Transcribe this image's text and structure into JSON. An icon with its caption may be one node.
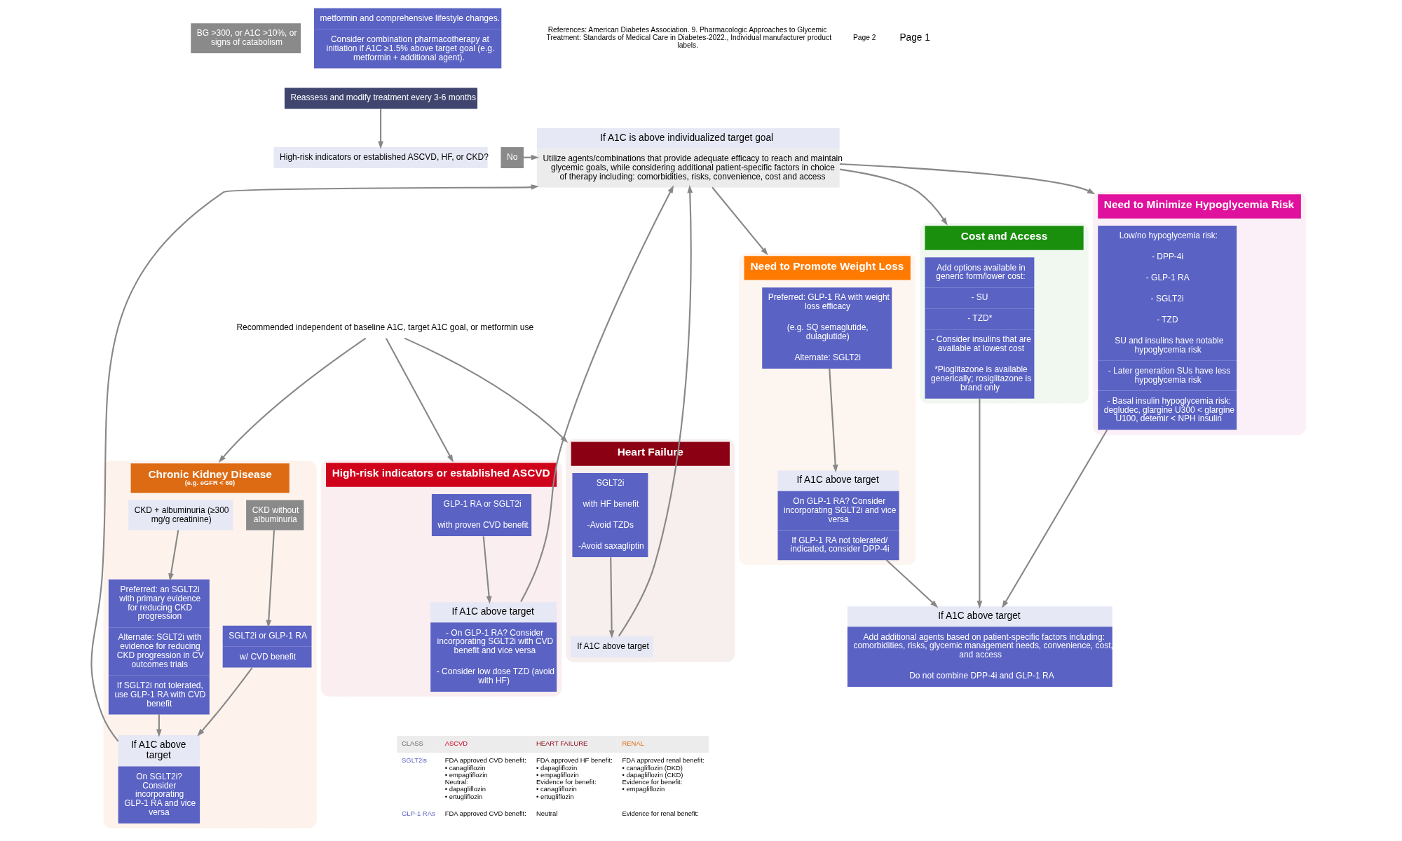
{
  "diagram": {
    "nodes": [
      {
        "text": [
          "metformin and comprehensive lifestyle changes.",
          "Consider combination pharmacotherapy at initiation if A1C ≥1.5% above target goal (e.g. metformin + additional agent)."
        ]
      },
      {
        "text": [
          "BG >300, or A1C >10%, or signs of catabolism"
        ]
      },
      {
        "text": [
          "Reassess and modify treatment every 3-6 months"
        ]
      },
      {
        "text": [
          "High-risk indicators or established ASCVD, HF, or CKD?"
        ]
      },
      {
        "text": [
          "No"
        ]
      },
      {
        "text": [
          "Recommended independent of baseline A1C, target A1C goal, or metformin use"
        ]
      },
      {
        "text": [
          "High-risk indicators or established ASCVD"
        ]
      },
      {
        "text": [
          "GLP-1 RA or SGLT2i",
          "with proven CVD benefit"
        ],
        "in": 6
      },
      {
        "text": [
          "If A1C above target",
          "- On GLP-1 RA? Consider incorporating SGLT2i with CVD benefit and vice versa",
          "- Consider low dose TZD (avoid with HF)"
        ],
        "in": 6
      },
      {
        "text": [
          "Heart Failure"
        ]
      },
      {
        "text": [
          "SGLT2i",
          "with HF benefit",
          "-Avoid TZDs",
          "-Avoid saxagliptin"
        ],
        "in": 9
      },
      {
        "text": [
          "If A1C above target"
        ],
        "in": 9
      },
      {
        "text": [
          "Chronic Kidney Disease",
          "(e.g. eGFR < 60)"
        ]
      },
      {
        "text": [
          "CKD + albuminuria (≥300 mg/g creatinine)"
        ],
        "in": 12
      },
      {
        "text": [
          "CKD without albuminuria"
        ],
        "in": 12
      },
      {
        "text": [
          "Preferred: an SGLT2i with primary evidence for reducing CKD progression",
          "Alternate: SGLT2i with evidence for reducing CKD progression in CV outcomes trials",
          "If SGLT2i not tolerated, use GLP-1 RA with CVD benefit"
        ],
        "in": 12
      },
      {
        "text": [
          "SGLT2i or GLP-1 RA",
          "w/ CVD benefit"
        ],
        "in": 12
      },
      {
        "text": [
          "If A1C above target",
          "On SGLT2i? Consider incorporating GLP-1 RA and vice versa"
        ],
        "in": 12
      },
      {
        "text": [
          "If A1C is above individualized target goal",
          "Utilize agents/combinations that provide adequate efficacy to reach and maintain glycemic goals, while considering additional patient-specific factors in choice of therapy including: comorbidities, risks, convenience, cost and access"
        ]
      },
      {
        "text": [
          "Need to Minimize Hypoglycemia Risk"
        ]
      },
      {
        "text": [
          "Low/no hypoglycemia risk:",
          "- DPP-4i",
          "- GLP-1 RA",
          "- SGLT2i",
          "- TZD",
          "SU and insulins have notable hypoglycemia risk",
          "- Later generation SUs have less hypoglycemia risk",
          "- Basal insulin hypoglycemia risk: degludec, glargine U300 < glargine U100, detemir < NPH insulin"
        ],
        "in": 19
      },
      {
        "text": [
          "Need to Promote Weight Loss"
        ]
      },
      {
        "text": [
          "Preferred: GLP-1 RA with weight loss efficacy",
          "(e.g. SQ semaglutide, dulaglutide)",
          "Alternate: SGLT2i"
        ],
        "in": 21
      },
      {
        "text": [
          "If A1C above target",
          "On GLP-1 RA? Consider incorporating SGLT2i and vice versa",
          "If GLP-1 RA not tolerated/ indicated, consider DPP-4i"
        ],
        "in": 21
      },
      {
        "text": [
          "Cost and Access"
        ]
      },
      {
        "text": [
          "Add options available in generic form/lower cost:",
          "- SU",
          "- TZD*",
          "- Consider insulins that are available at lowest cost",
          "*Pioglitazone is available generically; rosiglitazone is brand only"
        ],
        "in": 24
      },
      {
        "text": [
          "If A1C above target",
          "Add additional agents based on patient-specific factors including: comorbidities, risks, glycemic management needs, convenience, cost, and access",
          "Do not combine DPP-4i and GLP-1 RA"
        ]
      }
    ],
    "edges": [
      {
        "from": 2,
        "to": 3,
        "arrow": "to"
      },
      {
        "from": 4,
        "to": 18,
        "arrow": "to"
      },
      {
        "from": 5,
        "to": 6,
        "arrow": "to"
      },
      {
        "from": 5,
        "to": 9,
        "arrow": "to"
      },
      {
        "from": 5,
        "to": 12,
        "arrow": "to"
      },
      {
        "from": 7,
        "to": 8,
        "arrow": "to"
      },
      {
        "from": 10,
        "to": 11,
        "arrow": "to"
      },
      {
        "from": 13,
        "to": 15,
        "arrow": "to"
      },
      {
        "from": 14,
        "to": 16,
        "arrow": "to"
      },
      {
        "from": 16,
        "to": 17,
        "arrow": "to"
      },
      {
        "from": 15,
        "to": 17,
        "arrow": "to"
      },
      {
        "from": 8,
        "to": 18,
        "arrow": "to"
      },
      {
        "from": 11,
        "to": 18,
        "arrow": "to"
      },
      {
        "from": 17,
        "to": 18,
        "arrow": "to"
      },
      {
        "from": 18,
        "to": 19,
        "arrow": "to"
      },
      {
        "from": 18,
        "to": 21,
        "arrow": "to"
      },
      {
        "from": 18,
        "to": 24,
        "arrow": "to"
      },
      {
        "from": 20,
        "to": 26,
        "arrow": "to"
      },
      {
        "from": 22,
        "to": 23,
        "arrow": "to"
      },
      {
        "from": 23,
        "to": 26,
        "arrow": "to"
      },
      {
        "from": 25,
        "to": 26,
        "arrow": "to"
      }
    ],
    "labels": [
      "Page 2",
      "Page 1",
      "References: American Diabetes Association. 9. Pharmacologic Approaches to Glycemic Treatment: Standards of Medical Care in Diabetes-2022., Individual manufacturer product labels.",
      "CLASS",
      "ASCVD",
      "HEART FAILURE",
      "RENAL",
      "SGLT2is",
      "FDA approved CVD benefit:",
      "• canagliflozin",
      "• empagliflozin",
      "Neutral:",
      "• dapagliflozin",
      "• ertugliflozin",
      "FDA approved HF benefit:",
      "• dapagliflozin",
      "• empagliflozin",
      "Evidence for benefit:",
      "• canagliflozin",
      "• ertugliflozin",
      "FDA approved renal benefit:",
      "• canagliflozin (DKD)",
      "• dapagliflozin (CKD)",
      "Evidence for benefit:",
      "• empagliflozin",
      "GLP-1 RAs",
      "FDA approved CVD benefit:",
      "Neutral",
      "Evidence for renal benefit:"
    ]
  }
}
